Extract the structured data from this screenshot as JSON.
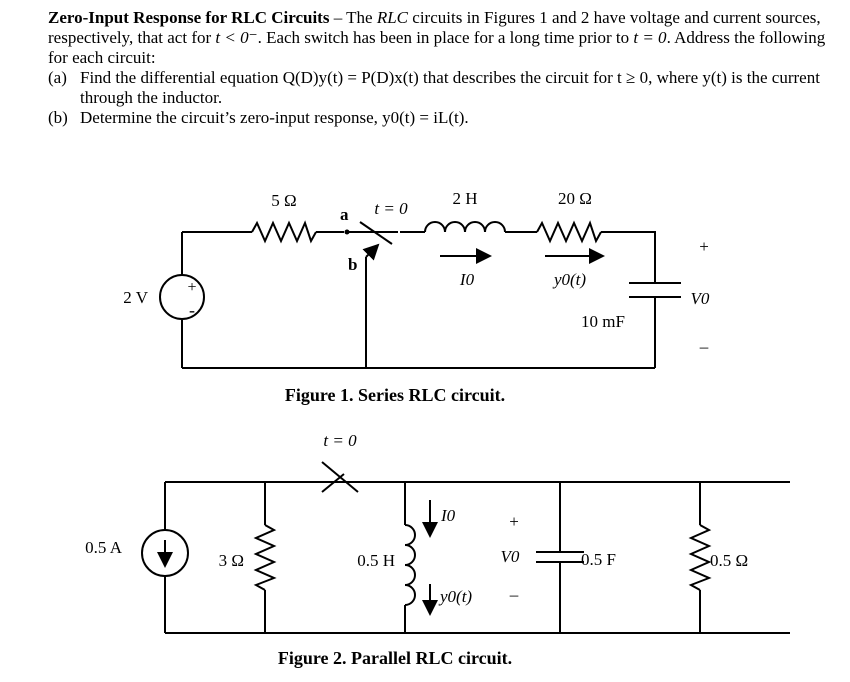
{
  "problem": {
    "title": "Zero-Input Response for RLC Circuits",
    "intro_a": " – The ",
    "intro_rlc": "RLC",
    "intro_b": " circuits in Figures 1 and 2 have voltage and current sources, respectively, that act for ",
    "intro_cond": "t < 0",
    "intro_c": "⁻. Each switch has been in place for a long time prior to ",
    "intro_t": "t = 0",
    "intro_d": ". Address the following for each circuit:",
    "part_a_label": "(a)",
    "part_a_text": "Find the differential equation Q(D)y(t) = P(D)x(t) that describes the circuit for t ≥ 0, where y(t) is the current through the inductor.",
    "part_b_label": "(b)",
    "part_b_text": "Determine the circuit’s zero-input response, y0(t) = iL(t)."
  },
  "figure1": {
    "caption": "Figure 1.  Series RLC circuit.",
    "source_label": "2 V",
    "source_plus": "+",
    "source_minus": "-",
    "r1_label": "5 Ω",
    "switch_label": "t = 0",
    "node_a": "a",
    "node_b": "b",
    "inductor_label": "2 H",
    "r2_label": "20 Ω",
    "current_label": "I0",
    "output_label": "y0(t)",
    "cap_label": "10 mF",
    "v_plus": "+",
    "v_label": "V0",
    "v_minus": "–"
  },
  "figure2": {
    "caption": "Figure 2.  Parallel RLC circuit.",
    "switch_label": "t = 0",
    "source_label": "0.5 A",
    "r1_label": "3 Ω",
    "inductor_label": "0.5 H",
    "current_label": "I0",
    "output_label": "y0(t)",
    "v_plus": "+",
    "v_label": "V0",
    "v_minus": "–",
    "cap_label": "0.5 F",
    "r2_label": "0.5 Ω"
  }
}
